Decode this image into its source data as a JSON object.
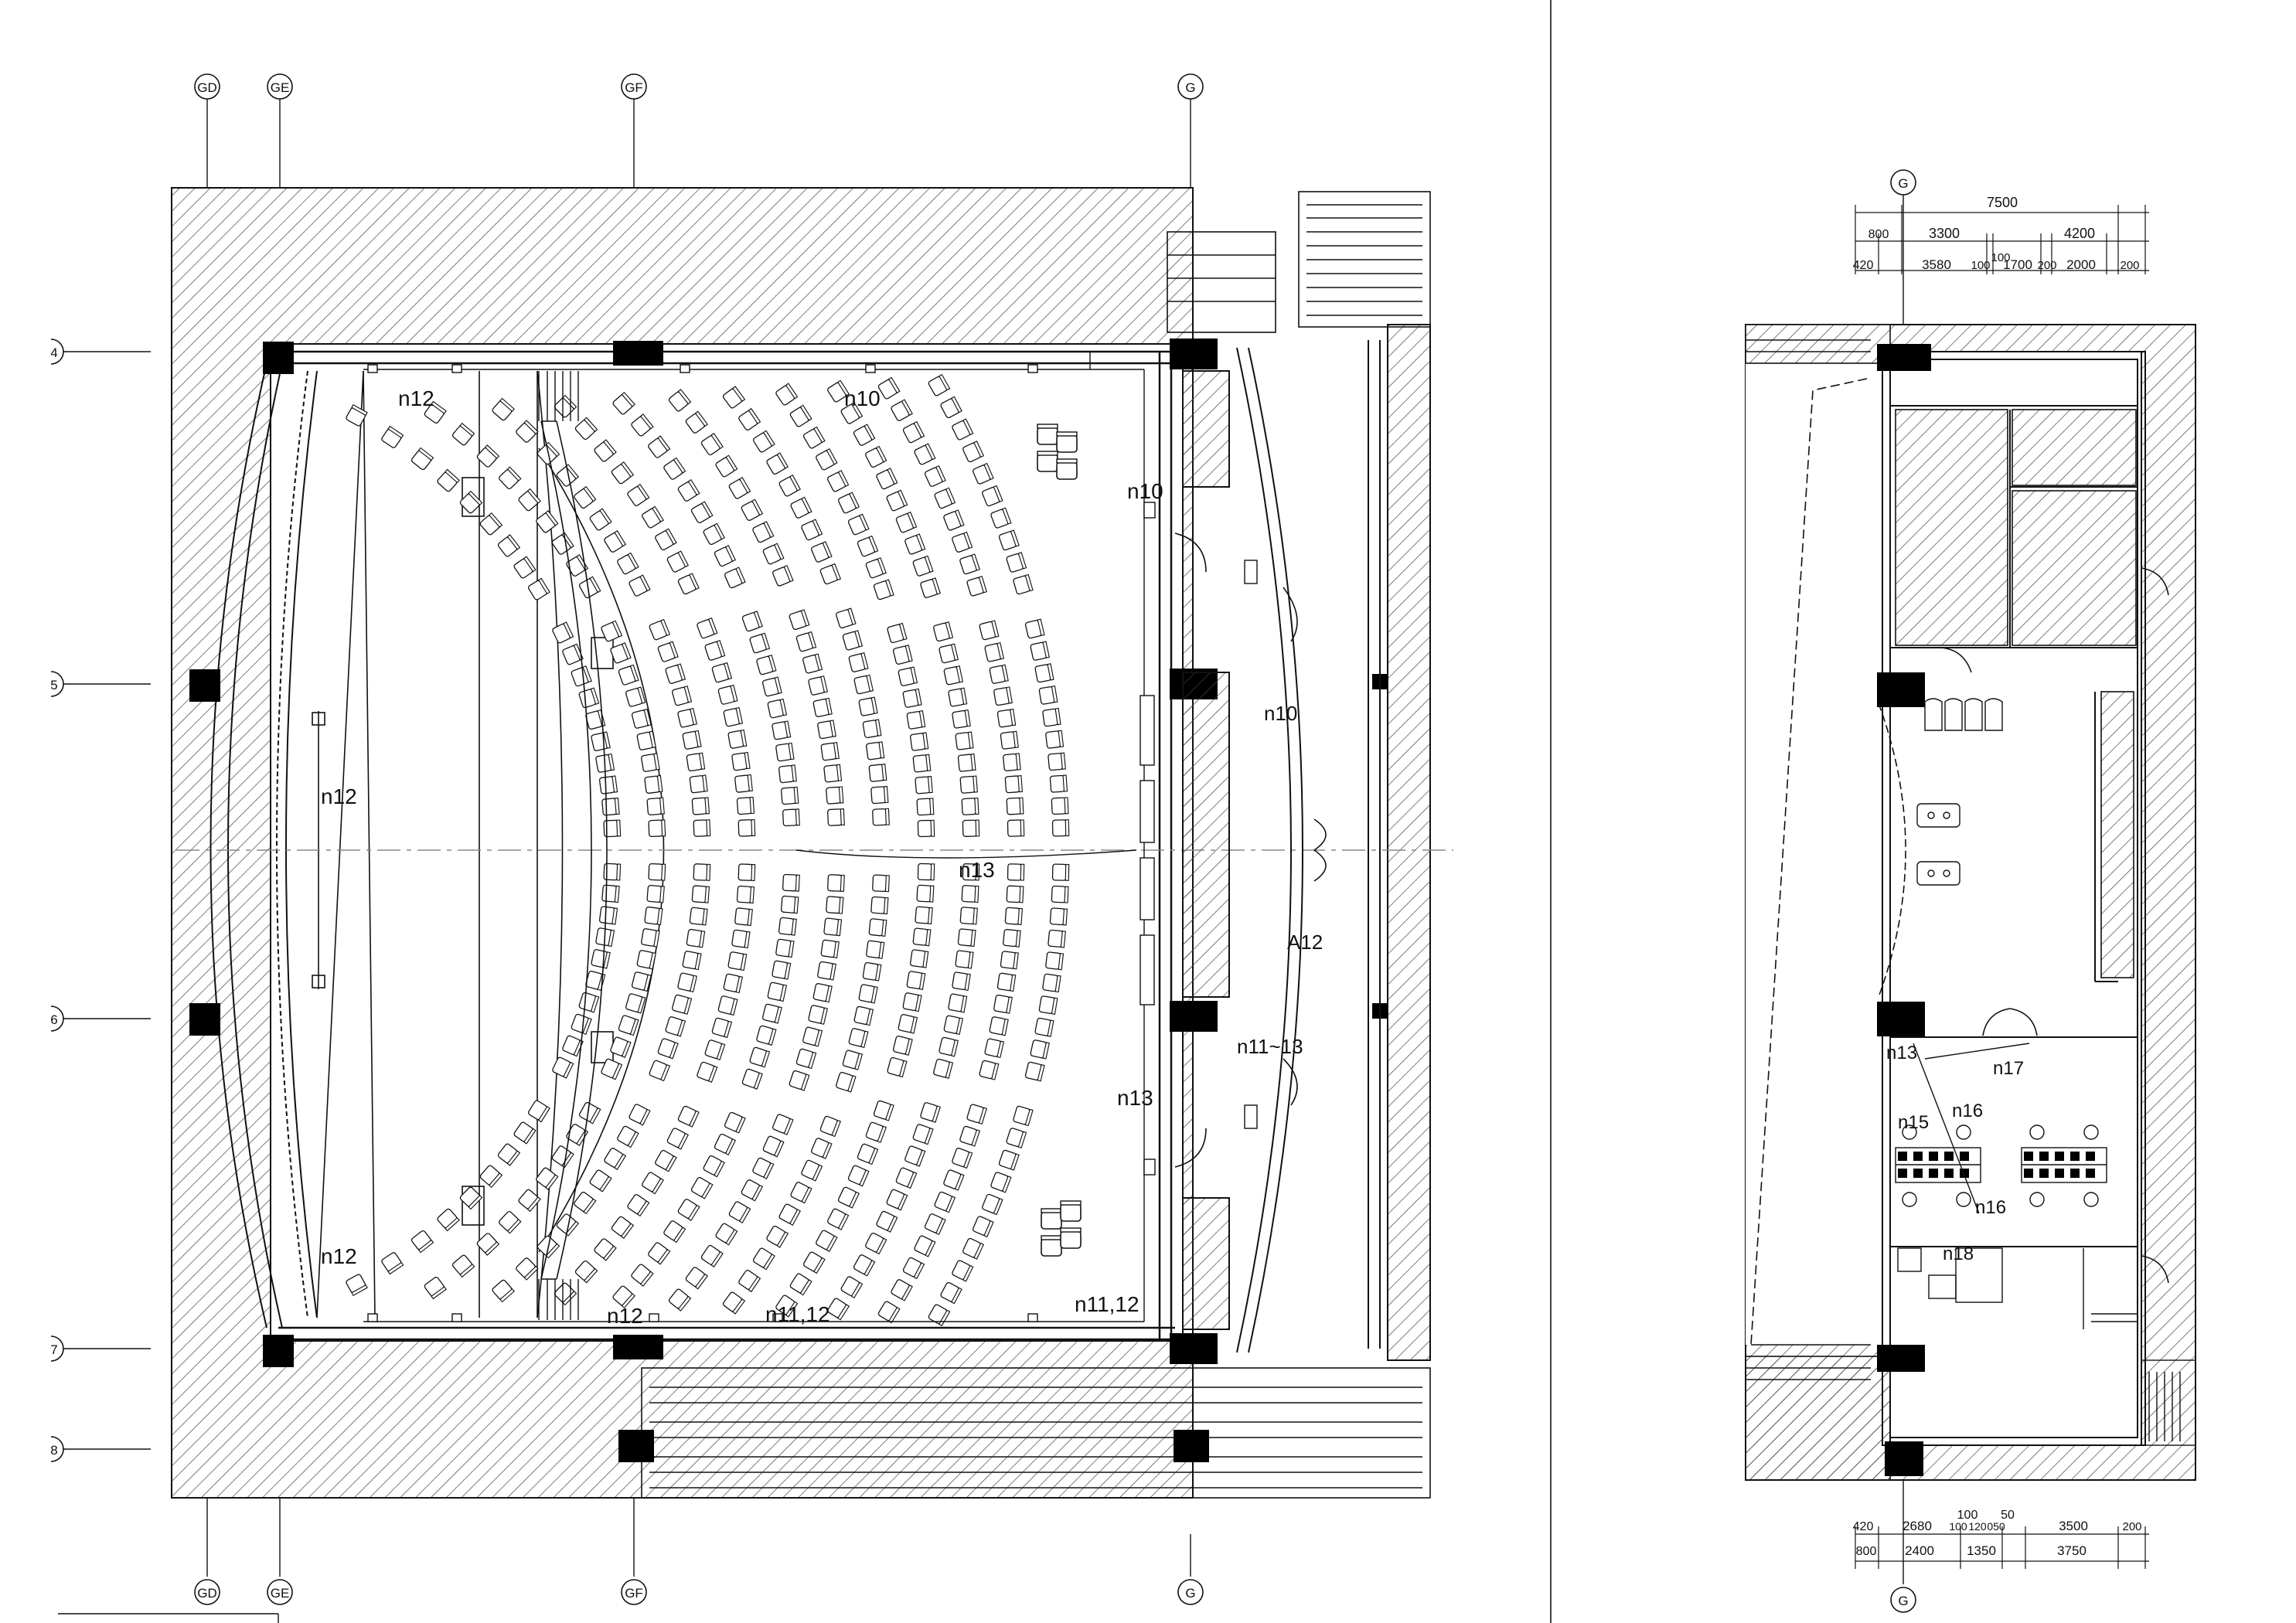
{
  "plan_a": {
    "grid_top": [
      "GD",
      "GE",
      "GF",
      "G"
    ],
    "grid_bottom": [
      "GD",
      "GE",
      "GF",
      "G"
    ],
    "row_bubbles": [
      "4",
      "5",
      "6",
      "7",
      "8"
    ],
    "labels": {
      "n12_top": "n12",
      "n12_left": "n12",
      "n12_bottom": "n12",
      "n12_front": "n12",
      "n10_top": "n10",
      "n10_side": "n10",
      "n10_lobby": "n10",
      "n13_center": "n13",
      "n13_side": "n13",
      "n11_12_a": "n11,12",
      "n11_12_b": "n11,12",
      "a12": "A12",
      "n11_13": "n11~13"
    }
  },
  "plan_b": {
    "grid_top": "G",
    "grid_bottom": "G",
    "dims_top": {
      "total": "7500",
      "r1": [
        "800",
        "3300",
        "4200"
      ],
      "r1b": "100",
      "r2": [
        "420",
        "3580",
        "100",
        "1700",
        "200",
        "2000",
        "200"
      ]
    },
    "dims_bottom": {
      "r1": [
        "100",
        "50"
      ],
      "r2": [
        "420",
        "2680",
        "100",
        "120",
        "050",
        "3500",
        "200"
      ],
      "r3": [
        "800",
        "2400",
        "1350",
        "3750"
      ]
    },
    "labels": {
      "n13": "n13",
      "n15": "n15",
      "n16_a": "n16",
      "n16_b": "n16",
      "n17": "n17",
      "n18": "n18"
    }
  }
}
